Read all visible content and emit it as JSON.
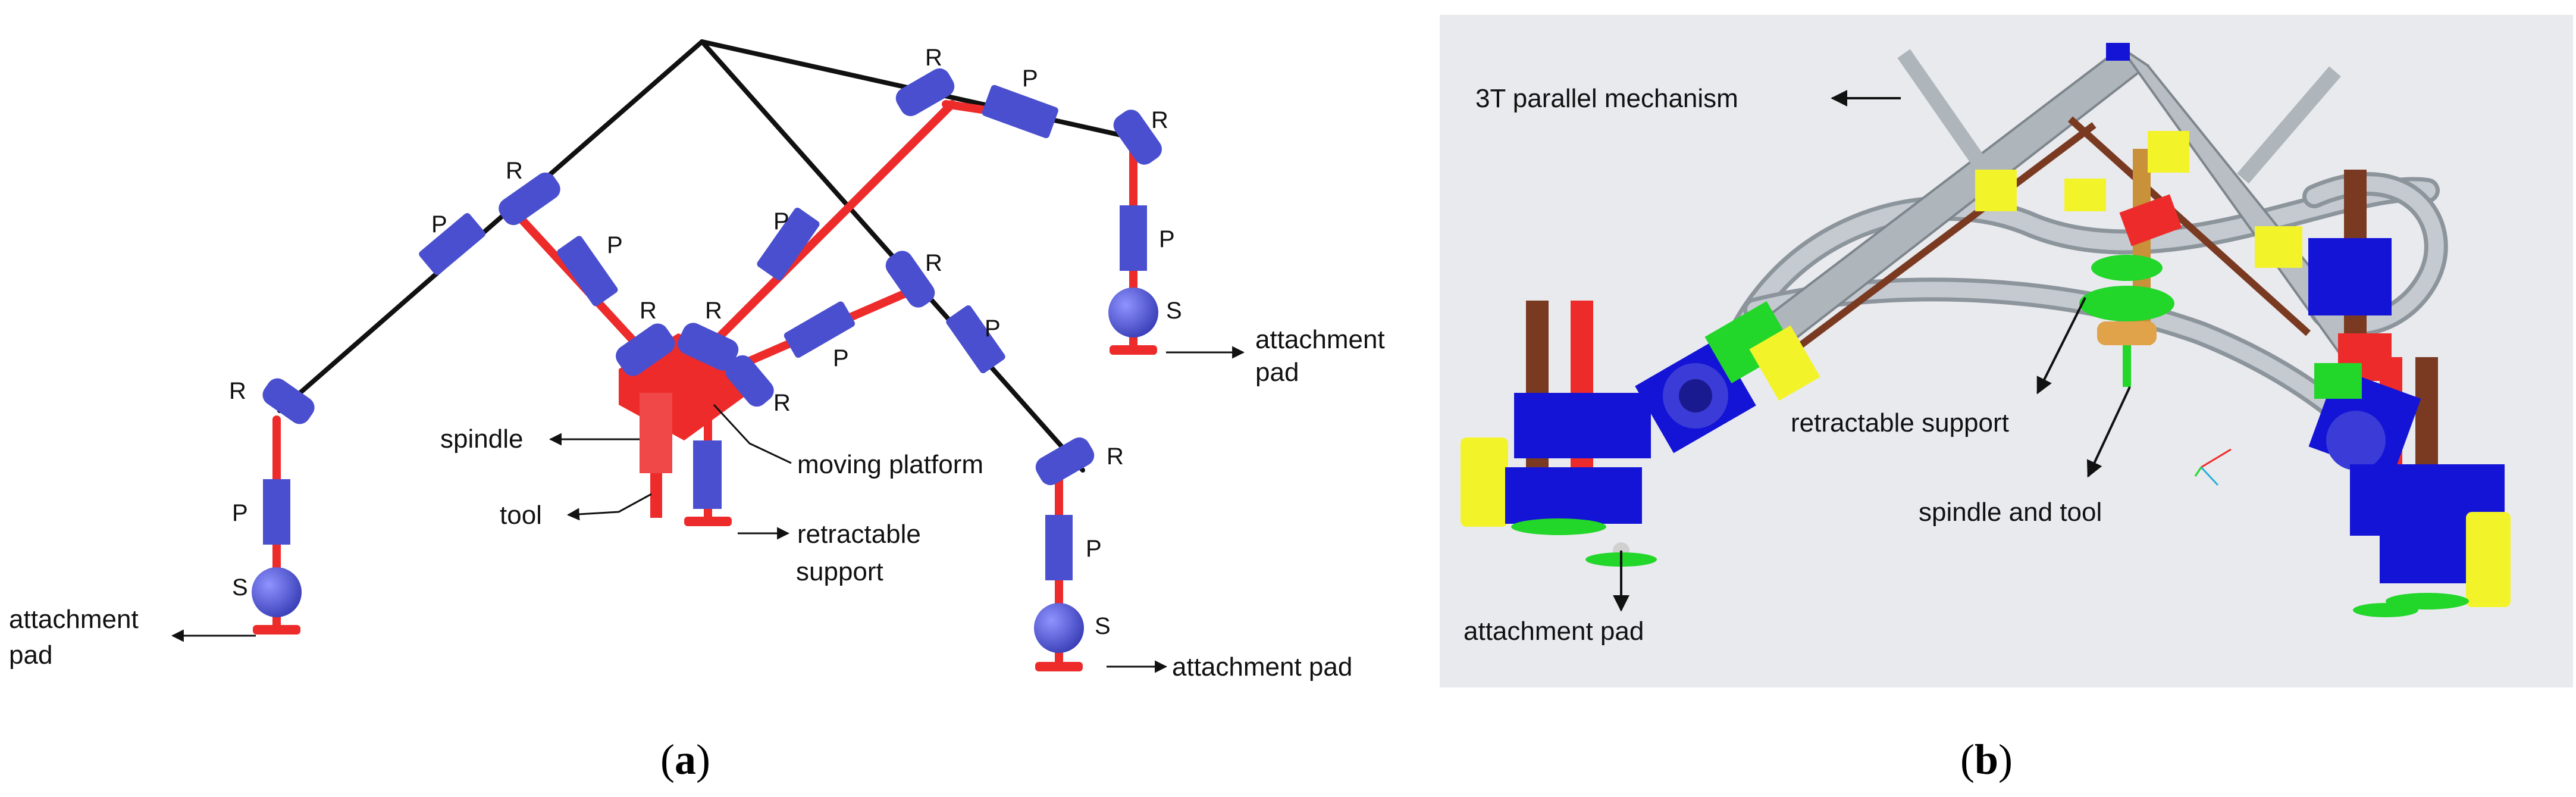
{
  "panel_a": {
    "caption_open": "(",
    "caption_letter": "a",
    "caption_close": ")",
    "joint_r": "R",
    "joint_p": "P",
    "joint_s": "S",
    "labels": {
      "spindle": "spindle",
      "tool": "tool",
      "moving_platform": "moving platform",
      "retractable_1": "retractable",
      "retractable_2": "support",
      "attach_left_1": "attachment",
      "attach_left_2": "pad",
      "attach_right_1": "attachment",
      "attach_right_2": "pad",
      "attach_bottom": "attachment pad"
    }
  },
  "panel_b": {
    "caption_open": "(",
    "caption_letter": "b",
    "caption_close": ")",
    "labels": {
      "mechanism": "3T parallel mechanism",
      "retractable": "retractable support",
      "spindle_tool": "spindle and tool",
      "attach": "attachment pad"
    }
  },
  "colors": {
    "link_red": "#ee2b2b",
    "joint_blue": "#4a4fcf",
    "frame_black": "#111111",
    "render_bg": "#e9eaee",
    "render_green": "#22d62a",
    "render_blue": "#1414d6",
    "render_yellow": "#f3f32a",
    "render_brown": "#7a3a22",
    "render_grey": "#b8bec4"
  }
}
